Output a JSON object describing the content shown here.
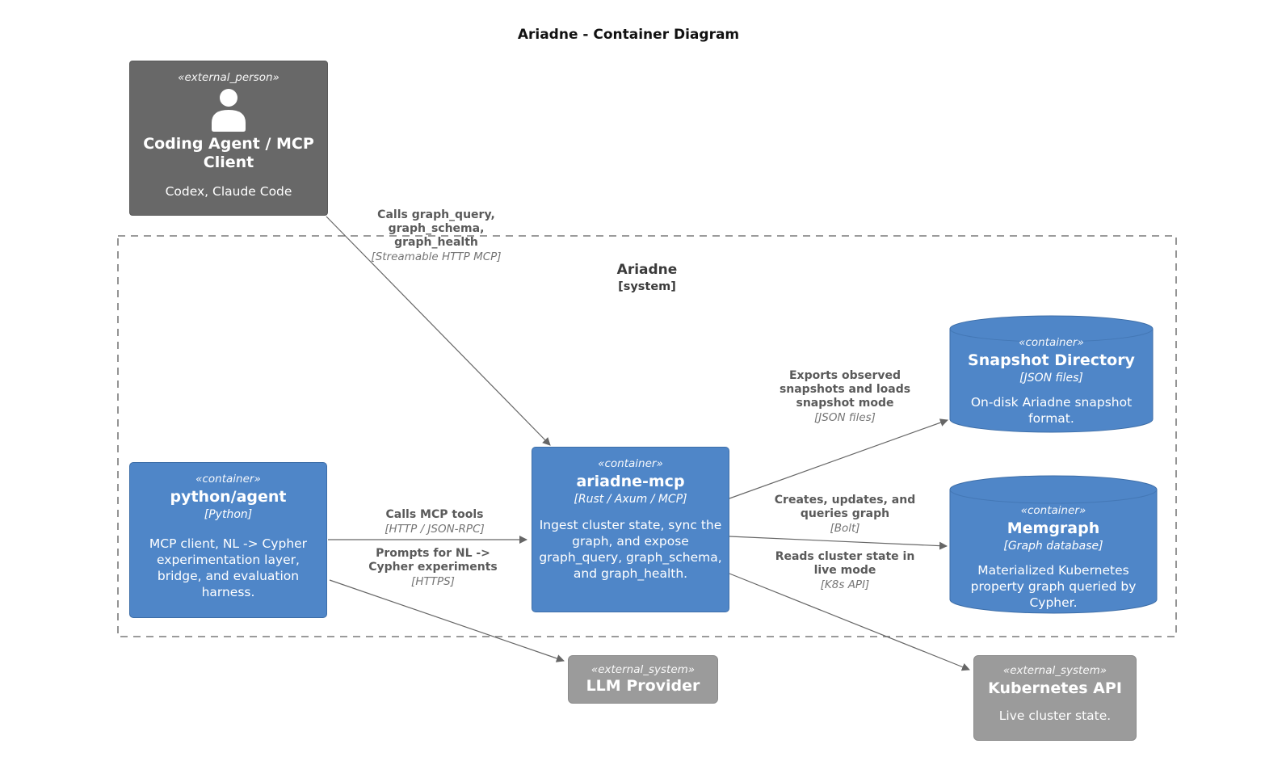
{
  "title": "Ariadne - Container Diagram",
  "colors": {
    "container_fill": "#4f86c8",
    "external_person_fill": "#686868",
    "external_system_fill": "#9b9b9b",
    "arrow": "#666666"
  },
  "boundary": {
    "label": "Ariadne",
    "sublabel": "[system]"
  },
  "nodes": {
    "coding_agent": {
      "stereotype": "«external_person»",
      "name": "Coding Agent / MCP Client",
      "description": "Codex, Claude Code"
    },
    "python_agent": {
      "stereotype": "«container»",
      "name": "python/agent",
      "tech": "[Python]",
      "description": "MCP client, NL -> Cypher experimentation layer, bridge, and evaluation harness."
    },
    "ariadne_mcp": {
      "stereotype": "«container»",
      "name": "ariadne-mcp",
      "tech": "[Rust / Axum / MCP]",
      "description": "Ingest cluster state, sync the graph, and expose graph_query, graph_schema, and graph_health."
    },
    "snapshot_directory": {
      "stereotype": "«container»",
      "name": "Snapshot Directory",
      "tech": "[JSON files]",
      "description": "On-disk Ariadne snapshot format."
    },
    "memgraph": {
      "stereotype": "«container»",
      "name": "Memgraph",
      "tech": "[Graph database]",
      "description": "Materialized Kubernetes property graph queried by Cypher."
    },
    "llm_provider": {
      "stereotype": "«external_system»",
      "name": "LLM Provider"
    },
    "kubernetes_api": {
      "stereotype": "«external_system»",
      "name": "Kubernetes API",
      "description": "Live cluster state."
    }
  },
  "edges": {
    "agent_to_mcp": {
      "label": "Calls graph_query,\ngraph_schema,\ngraph_health",
      "tech": "[Streamable HTTP MCP]"
    },
    "python_to_mcp": {
      "label": "Calls MCP tools",
      "tech": "[HTTP / JSON-RPC]"
    },
    "python_to_llm": {
      "label": "Prompts for NL ->\nCypher experiments",
      "tech": "[HTTPS]"
    },
    "mcp_to_snapshot": {
      "label": "Exports observed\nsnapshots and loads\nsnapshot mode",
      "tech": "[JSON files]"
    },
    "mcp_to_memgraph": {
      "label": "Creates, updates, and\nqueries graph",
      "tech": "[Bolt]"
    },
    "mcp_to_k8s": {
      "label": "Reads cluster state in\nlive mode",
      "tech": "[K8s API]"
    }
  }
}
